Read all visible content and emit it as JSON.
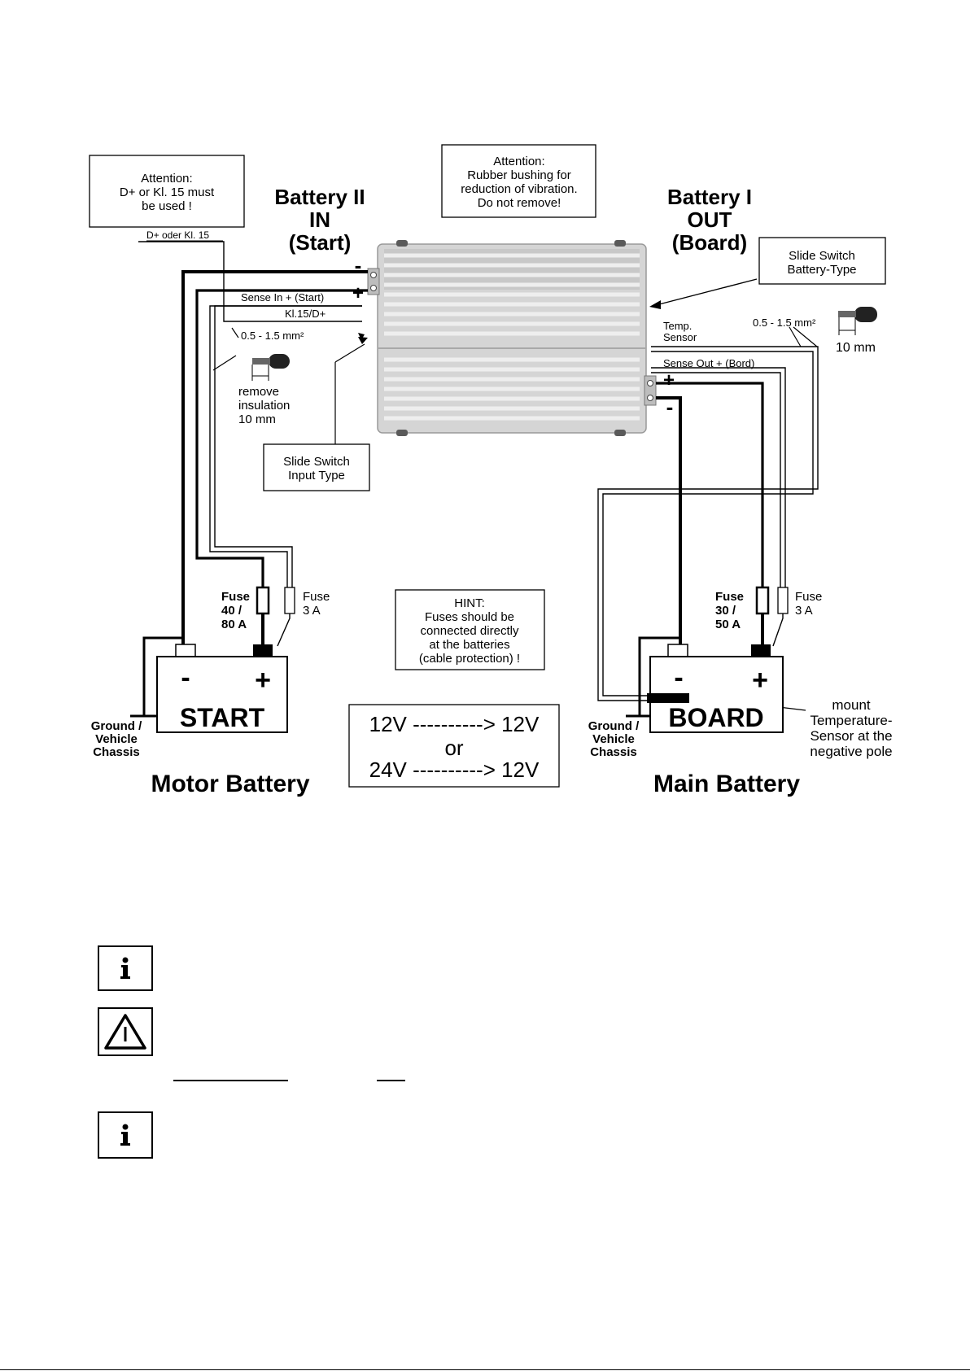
{
  "notes": {
    "attention_dplus": [
      "Attention:",
      "D+ or Kl. 15 must",
      "be used !"
    ],
    "rubber": [
      "Attention:",
      "Rubber bushing for",
      "reduction of vibration.",
      "Do not remove!"
    ],
    "slide_battery": [
      "Slide Switch",
      "Battery-Type"
    ],
    "slide_input": [
      "Slide Switch",
      "Input Type"
    ],
    "hint": [
      "HINT:",
      "Fuses should be",
      "connected directly",
      "at the batteries",
      "(cable protection) !"
    ],
    "voltage": [
      "12V ----------> 12V",
      "or",
      "24V ----------> 12V"
    ]
  },
  "headings": {
    "battery2": [
      "Battery II",
      "IN",
      "(Start)"
    ],
    "battery1": [
      "Battery I",
      "OUT",
      "(Board)"
    ]
  },
  "wiring": {
    "dplus": "D+ oder Kl. 15",
    "sense_in": "Sense In + (Start)",
    "kl15": "Kl.15/D+",
    "cross_left": "0.5 - 1.5 mm²",
    "cross_right": "0.5 - 1.5 mm²",
    "insulation": [
      "remove",
      "insulation",
      "10 mm"
    ],
    "temp": [
      "Temp.",
      "Sensor"
    ],
    "sense_out": "Sense Out + (Bord)",
    "ten_mm": "10 mm"
  },
  "terminals": {
    "minus": "-",
    "plus": "+"
  },
  "start_side": {
    "fuse_main": [
      "Fuse",
      "40 /",
      "80 A"
    ],
    "fuse_small": [
      "Fuse",
      "3 A"
    ],
    "ground": [
      "Ground /",
      "Vehicle",
      "Chassis"
    ],
    "battery_label": "START",
    "caption": "Motor Battery"
  },
  "board_side": {
    "fuse_main": [
      "Fuse",
      "30 /",
      "50 A"
    ],
    "fuse_small": [
      "Fuse",
      "3 A"
    ],
    "ground": [
      "Ground /",
      "Vehicle",
      "Chassis"
    ],
    "battery_label": "BOARD",
    "caption": "Main Battery",
    "mount": [
      "mount",
      "Temperature-",
      "Sensor at the",
      "negative pole"
    ]
  },
  "icons": [
    "info-icon",
    "warning-triangle-icon",
    "info-icon"
  ],
  "colors": {
    "device_body": "#d5d5d5",
    "device_fin": "#ececec",
    "wire": "#000000"
  }
}
